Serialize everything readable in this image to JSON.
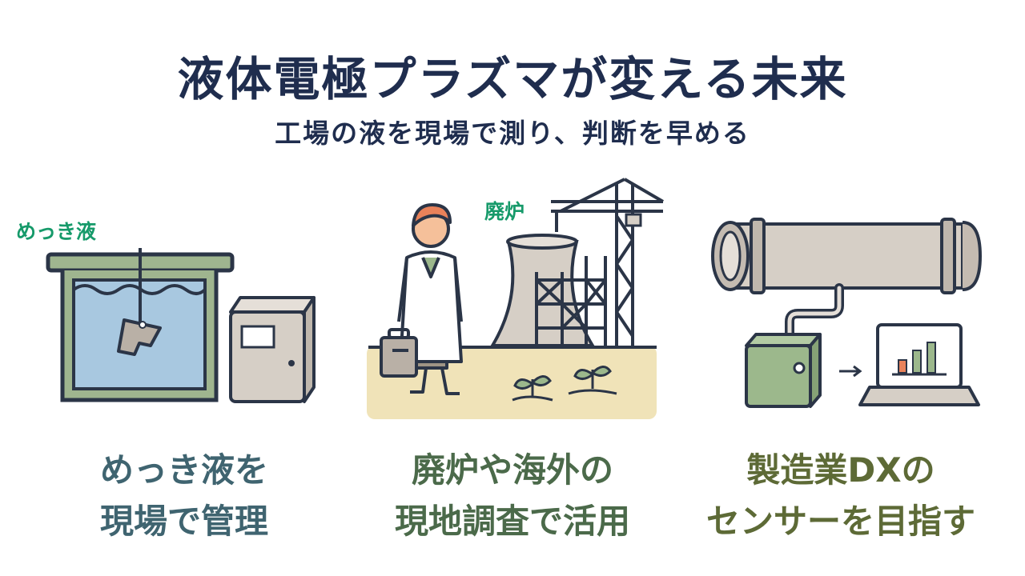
{
  "header": {
    "title": "液体電極プラズマが変える未来",
    "subtitle": "工場の液を現場で測り、判断を早める"
  },
  "panels": [
    {
      "tag": "めっき液",
      "caption": [
        "めっき液を",
        "現場で管理"
      ],
      "caption_color": "#3f6470"
    },
    {
      "tag": "廃炉",
      "caption": [
        "廃炉や海外の",
        "現地調査で活用"
      ],
      "caption_color": "#4b6a4a"
    },
    {
      "tag": "",
      "caption": [
        "製造業DXの",
        "センサーを目指す"
      ],
      "caption_color": "#5d6a36"
    }
  ],
  "colors": {
    "title": "#1f2d4e",
    "tag": "#169a6a",
    "outline": "#2b3547",
    "tank_frame": "#9fb58f",
    "liquid": "#a8c8e0",
    "device": "#d6cfc6",
    "ground": "#f0e3b8",
    "sensor_box": "#9cb88c"
  }
}
